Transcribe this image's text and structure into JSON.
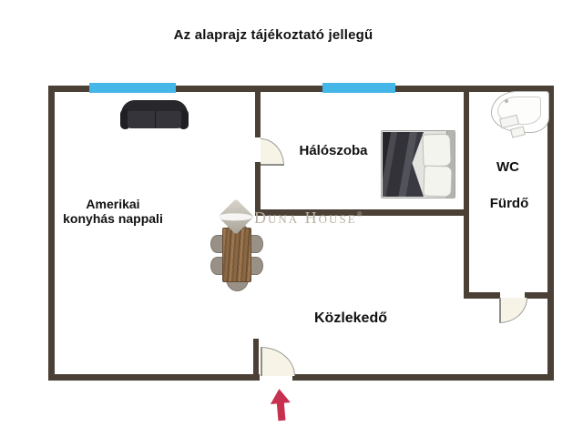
{
  "title": "Az alaprajz tájékoztató jellegű",
  "rooms": {
    "living_room": {
      "name_line1": "Amerikai",
      "name_line2": "konyhás nappali"
    },
    "bedroom": {
      "name": "Hálószoba"
    },
    "toilet": {
      "name": "WC"
    },
    "bathroom": {
      "name": "Fürdő"
    },
    "hallway": {
      "name": "Közlekedő"
    }
  },
  "watermark": {
    "brand": "Duna House",
    "registered_mark": "®",
    "logo": "duna-house-diamond-logo"
  },
  "furniture": [
    "sofa",
    "dining-table",
    "dining-chairs",
    "double-bed",
    "corner-bathtub"
  ],
  "symbols": {
    "windows": [
      "window-left",
      "window-middle"
    ],
    "doors": [
      "bedroom-door",
      "bathroom-door",
      "entrance-door"
    ],
    "entrance_arrow": "up-arrow"
  },
  "colors": {
    "wall": "#4b4036",
    "window": "#45b6e8",
    "door_fill": "#f8f3e7",
    "arrow": "#c7304f",
    "sofa": "#28282c",
    "table_wood": "#8a6844",
    "chair": "#9a9186",
    "watermark_text": "#b9b0a2",
    "label_text": "#111111",
    "background": "#ffffff"
  }
}
